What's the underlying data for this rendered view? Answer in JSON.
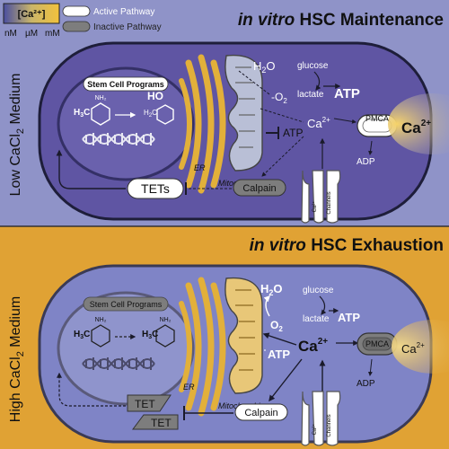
{
  "colors": {
    "top_bg": "#8f93c8",
    "bottom_bg": "#e0a234",
    "cell_fill": "#5f55a3",
    "cell_fill_bottom": "#7f84c6",
    "er_gold": "#e2b03a",
    "mito_fill": "#b9bfd6",
    "active_pill": "#ffffff",
    "inactive_pill": "#888888"
  },
  "legend": {
    "ca_label": "[Ca²⁺]",
    "scale_nm": "nM",
    "scale_um": "µM",
    "scale_mm": "mM",
    "active": "Active Pathway",
    "inactive": "Inactive Pathway"
  },
  "top": {
    "title_italic": "in vitro",
    "title_rest": " HSC Maintenance",
    "side_label": "Low CaCl",
    "side_sub": "2",
    "side_tail": " Medium",
    "stem_cell_programs": "Stem Cell Programs",
    "ho_label": "HO",
    "er": "ER",
    "mitochondria": "Mitochondria",
    "h2o": "H",
    "h2o_sub": "2",
    "h2o_tail": "O",
    "o2": "O",
    "o2_sub": "2",
    "atp_small": "ATP",
    "glucose": "glucose",
    "lactate": "lactate",
    "atp_big": "ATP",
    "ca_inner": "Ca",
    "ca_inner_sup": "2+",
    "pmca": "PMCA",
    "ca_outer": "Ca",
    "ca_outer_sup": "2+",
    "adp": "ADP",
    "tets": "TETs",
    "calpain": "Calpain",
    "channel_a": "Ca²⁺",
    "channel_b": "Channels"
  },
  "bottom": {
    "title_italic": "in vitro",
    "title_rest": " HSC Exhaustion",
    "side_label": "High CaCl",
    "side_sub": "2",
    "side_tail": " Medium",
    "stem_cell_programs": "Stem Cell Programs",
    "er": "ER",
    "mitochondria": "Mitochondria",
    "h2o": "H",
    "h2o_sub": "2",
    "h2o_tail": "O",
    "o2": "O",
    "o2_sub": "2",
    "atp_left": "ATP",
    "glucose": "glucose",
    "lactate": "lactate",
    "atp_right": "ATP",
    "ca_inner": "Ca",
    "ca_inner_sup": "2+",
    "pmca": "PMCA",
    "ca_outer": "Ca",
    "ca_outer_sup": "2+",
    "adp": "ADP",
    "tet_a": "TET",
    "tet_b": "TET",
    "calpain": "Calpain",
    "channel_a": "Ca²⁺",
    "channel_b": "Channels"
  }
}
